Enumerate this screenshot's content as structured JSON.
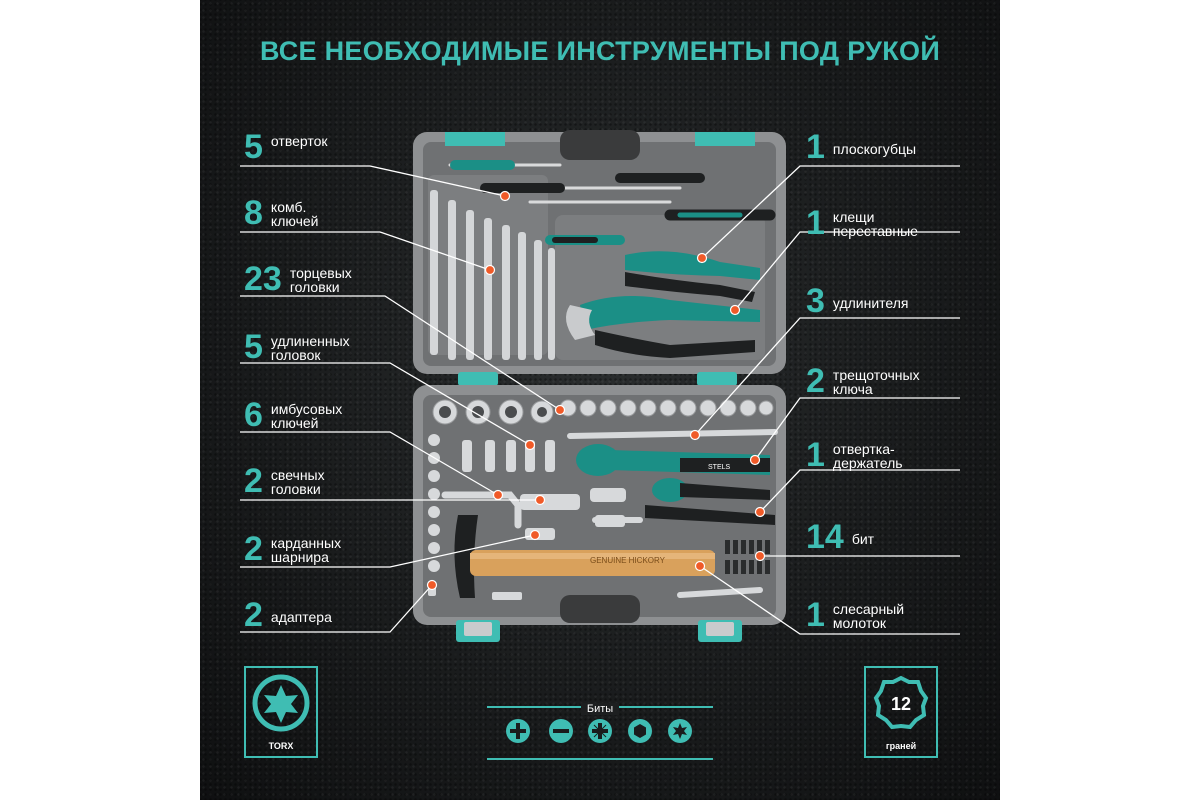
{
  "title": "ВСЕ НЕОБХОДИМЫЕ ИНСТРУМЕНТЫ ПОД РУКОЙ",
  "left_labels": [
    {
      "num": "5",
      "lines": [
        "отверток"
      ]
    },
    {
      "num": "8",
      "lines": [
        "комб.",
        "ключей"
      ]
    },
    {
      "num": "23",
      "lines": [
        "торцевых",
        "головки"
      ]
    },
    {
      "num": "5",
      "lines": [
        "удлиненных",
        "головок"
      ]
    },
    {
      "num": "6",
      "lines": [
        "имбусовых",
        "ключей"
      ]
    },
    {
      "num": "2",
      "lines": [
        "свечных",
        "головки"
      ]
    },
    {
      "num": "2",
      "lines": [
        "карданных",
        "шарнира"
      ]
    },
    {
      "num": "2",
      "lines": [
        "адаптера"
      ]
    }
  ],
  "right_labels": [
    {
      "num": "1",
      "lines": [
        "плоскогубцы"
      ]
    },
    {
      "num": "1",
      "lines": [
        "клещи",
        "переставные"
      ]
    },
    {
      "num": "3",
      "lines": [
        "удлинителя"
      ]
    },
    {
      "num": "2",
      "lines": [
        "трещоточных",
        "ключа"
      ]
    },
    {
      "num": "1",
      "lines": [
        "отвертка-",
        "держатель"
      ]
    },
    {
      "num": "14",
      "lines": [
        "бит"
      ]
    },
    {
      "num": "1",
      "lines": [
        "слесарный",
        "молоток"
      ]
    }
  ],
  "torx_badge": {
    "label": "TORX",
    "icon": "torx-star-icon"
  },
  "bits_panel": {
    "title": "Биты",
    "icons": [
      "phillips-icon",
      "slotted-icon",
      "pozidriv-icon",
      "hex-icon",
      "torx-icon"
    ]
  },
  "faces_badge": {
    "value": "12",
    "label": "граней",
    "icon": "twelve-point-icon"
  },
  "brand_text": "STELS",
  "hammer_text": "GENUINE HICKORY",
  "colors": {
    "accent": "#3fbdb3",
    "marker": "#f05a28",
    "case": "#8a8c8e"
  }
}
